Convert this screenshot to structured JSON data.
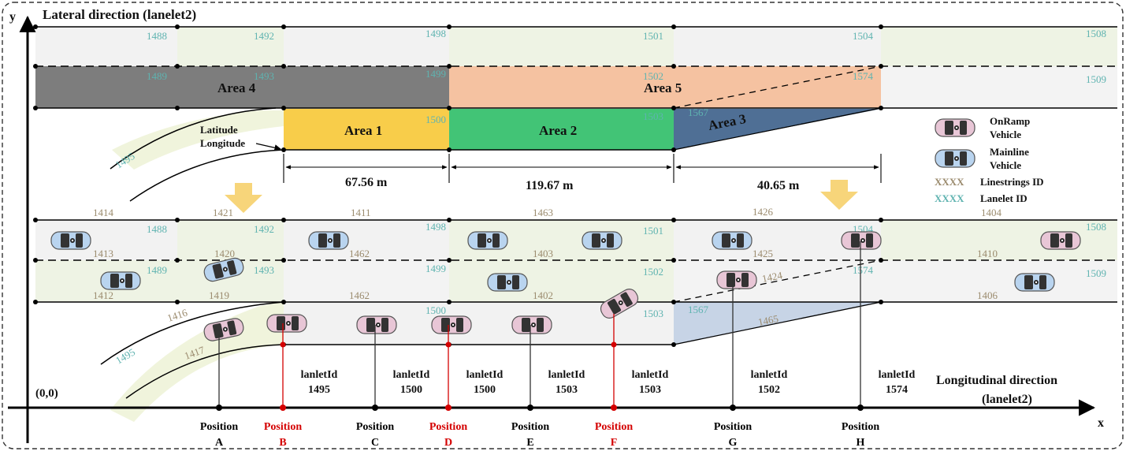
{
  "axes": {
    "y_label": "y",
    "x_label": "x",
    "origin": "(0,0)",
    "lateral_title": "Lateral direction (lanelet2)",
    "longitudinal_title_1": "Longitudinal direction",
    "longitudinal_title_2": "(lanelet2)"
  },
  "top_map": {
    "lanelet_ids_row1": [
      "1488",
      "1492",
      "1498",
      "1501",
      "1504",
      "1508"
    ],
    "lanelet_ids_row2": [
      "1489",
      "1493",
      "1499",
      "1502",
      "1574",
      "1509"
    ],
    "lanelet_ids_row3": [
      "1500",
      "1503",
      "1567"
    ],
    "ramp_lanelet": "1495",
    "areas": [
      "Area 4",
      "Area 5",
      "Area 1",
      "Area 2",
      "Area 3"
    ],
    "latlon_1": "Latitude",
    "latlon_2": "Longitude",
    "distances": [
      "67.56 m",
      "119.67 m",
      "40.65 m"
    ],
    "colors": {
      "area1": "#f8cd4a",
      "area2": "#42c476",
      "area3": "#4f6f95",
      "area4": "#6b6b6b",
      "area5": "#f2b38a"
    }
  },
  "legend": {
    "onramp_1": "OnRamp",
    "onramp_2": "Vehicle",
    "mainline_1": "Mainline",
    "mainline_2": "Vehicle",
    "ls_code": "XXXX",
    "ls_label": "Linestrings ID",
    "ll_code": "XXXX",
    "ll_label": "Lanelet ID"
  },
  "bottom_map": {
    "linestring_ids_top": [
      "1414",
      "1421",
      "1411",
      "1463",
      "1426",
      "1404"
    ],
    "linestring_ids_mid": [
      "1413",
      "1420",
      "1462",
      "1403",
      "1425",
      "1410"
    ],
    "linestring_ids_low": [
      "1412",
      "1419",
      "1462",
      "1402",
      "1424",
      "1406"
    ],
    "linestring_ids_ramp": [
      "1416",
      "1417",
      "1465"
    ],
    "lanelet_ids_row1": [
      "1488",
      "1492",
      "1498",
      "1501",
      "1504",
      "1508"
    ],
    "lanelet_ids_row2": [
      "1489",
      "1493",
      "1499",
      "1502",
      "1574",
      "1509"
    ],
    "lanelet_ids_row3": [
      "1500",
      "1503",
      "1567"
    ],
    "ramp_lanelet": "1495"
  },
  "positions": [
    {
      "word": "Position",
      "letter": "A",
      "lanelet": [
        "",
        ""
      ],
      "highlight": false
    },
    {
      "word": "Position",
      "letter": "B",
      "lanelet": [
        "lanletId",
        "1495"
      ],
      "highlight": true
    },
    {
      "word": "Position",
      "letter": "C",
      "lanelet": [
        "lanletId",
        "1500"
      ],
      "highlight": false
    },
    {
      "word": "Position",
      "letter": "D",
      "lanelet": [
        "lanletId",
        "1500"
      ],
      "highlight": true
    },
    {
      "word": "Position",
      "letter": "E",
      "lanelet": [
        "lanletId",
        "1503"
      ],
      "highlight": false
    },
    {
      "word": "Position",
      "letter": "F",
      "lanelet": [
        "lanletId",
        "1503"
      ],
      "highlight": true
    },
    {
      "word": "Position",
      "letter": "G",
      "lanelet": [
        "lanletId",
        "1502"
      ],
      "highlight": false
    },
    {
      "word": "Position",
      "letter": "H",
      "lanelet": [
        "lanletId",
        "1574"
      ],
      "highlight": false
    }
  ]
}
